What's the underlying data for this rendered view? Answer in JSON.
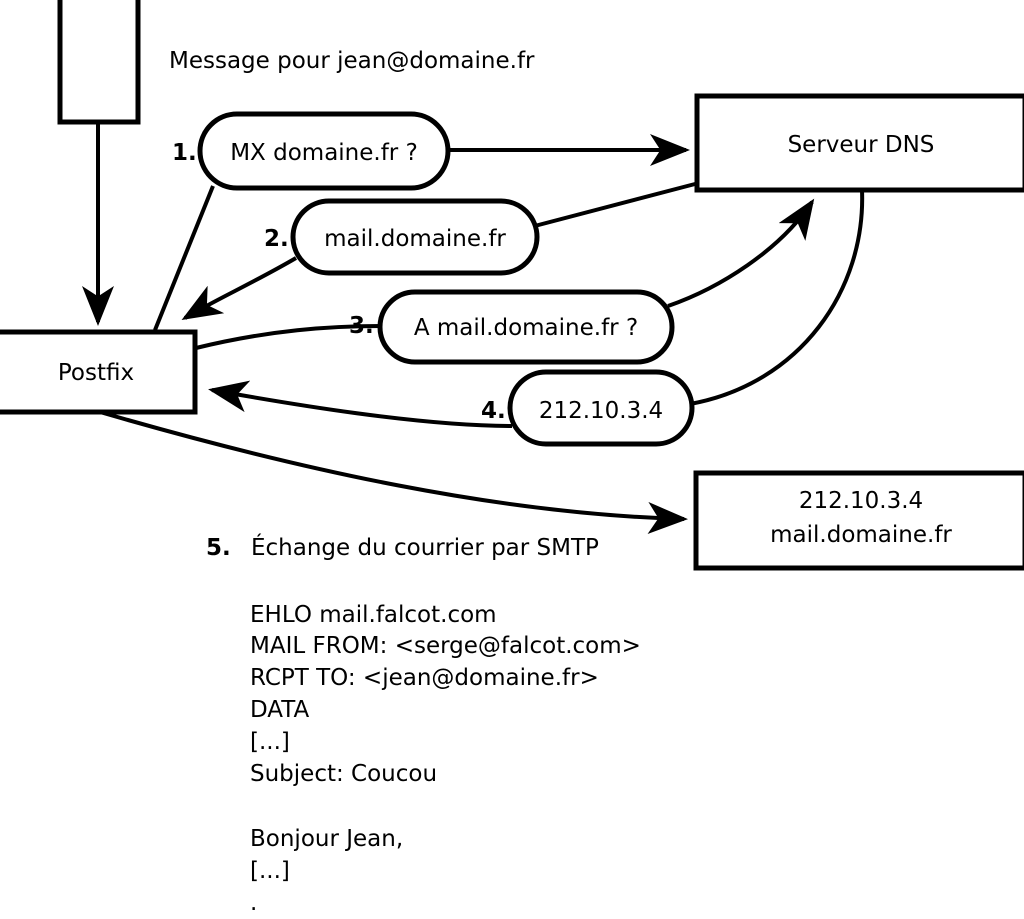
{
  "diagram": {
    "caption_message": "Message pour jean@domaine.fr",
    "nodes": {
      "sender_box": {
        "label": ""
      },
      "postfix": {
        "label": "Postfix"
      },
      "dns_server": {
        "label": "Serveur DNS"
      },
      "mail_server": {
        "line1": "212.10.3.4",
        "line2": "mail.domaine.fr"
      }
    },
    "steps": [
      {
        "number": "1.",
        "text": "MX domaine.fr ?"
      },
      {
        "number": "2.",
        "text": "mail.domaine.fr"
      },
      {
        "number": "3.",
        "text": "A mail.domaine.fr ?"
      },
      {
        "number": "4.",
        "text": "212.10.3.4"
      }
    ],
    "step5": {
      "number": "5.",
      "text": "Échange du courrier par SMTP"
    },
    "smtp_transcript": [
      "EHLO mail.falcot.com",
      "MAIL FROM: <serge@falcot.com>",
      "RCPT TO: <jean@domaine.fr>",
      "DATA",
      "[...]",
      "Subject: Coucou",
      "",
      "Bonjour Jean,",
      "[...]",
      "."
    ],
    "colors": {
      "stroke": "#000000",
      "fill": "#ffffff",
      "text": "#000000"
    }
  }
}
